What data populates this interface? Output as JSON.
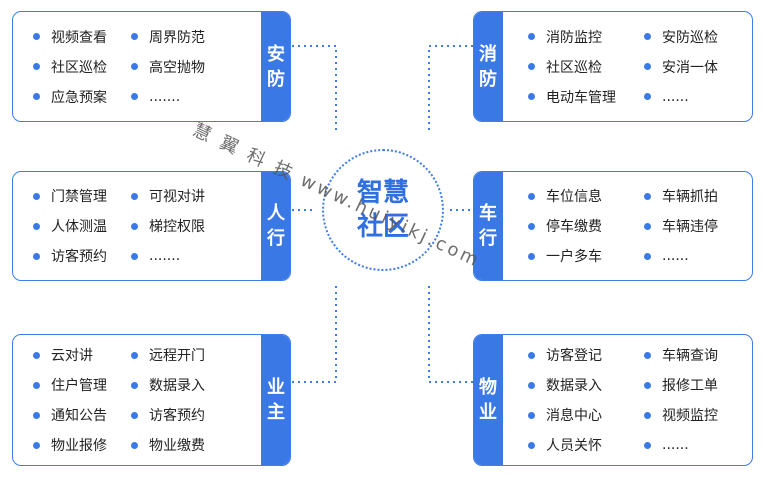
{
  "hub": {
    "line1": "智慧",
    "line2": "社区"
  },
  "watermark": "慧 翼 科 技 www.huiyikj.com",
  "modules": {
    "anfang": {
      "tab": [
        "安",
        "防"
      ],
      "items": [
        "视频查看",
        "周界防范",
        "社区巡检",
        "高空抛物",
        "应急预案",
        "......."
      ]
    },
    "renxing": {
      "tab": [
        "人",
        "行"
      ],
      "items": [
        "门禁管理",
        "可视对讲",
        "人体测温",
        "梯控权限",
        "访客预约",
        "......."
      ]
    },
    "yezhu": {
      "tab": [
        "业",
        "主"
      ],
      "items": [
        "云对讲",
        "远程开门",
        "住户管理",
        "数据录入",
        "通知公告",
        "访客预约",
        "物业报修",
        "物业缴费"
      ]
    },
    "xiaofang": {
      "tab": [
        "消",
        "防"
      ],
      "items": [
        "消防监控",
        "安防巡检",
        "社区巡检",
        "安消一体",
        "电动车管理",
        "......"
      ]
    },
    "chexing": {
      "tab": [
        "车",
        "行"
      ],
      "items": [
        "车位信息",
        "车辆抓拍",
        "停车缴费",
        "车辆违停",
        "一户多车",
        "......"
      ]
    },
    "wuye": {
      "tab": [
        "物",
        "业"
      ],
      "items": [
        "访客登记",
        "车辆查询",
        "数据录入",
        "报修工单",
        "消息中心",
        "视频监控",
        "人员关怀",
        "......"
      ]
    }
  },
  "colors": {
    "accent": "#3a78e6",
    "border": "#3f7ee8",
    "dot": "#3b7ae6",
    "hub_text": "#2f6fe0"
  }
}
